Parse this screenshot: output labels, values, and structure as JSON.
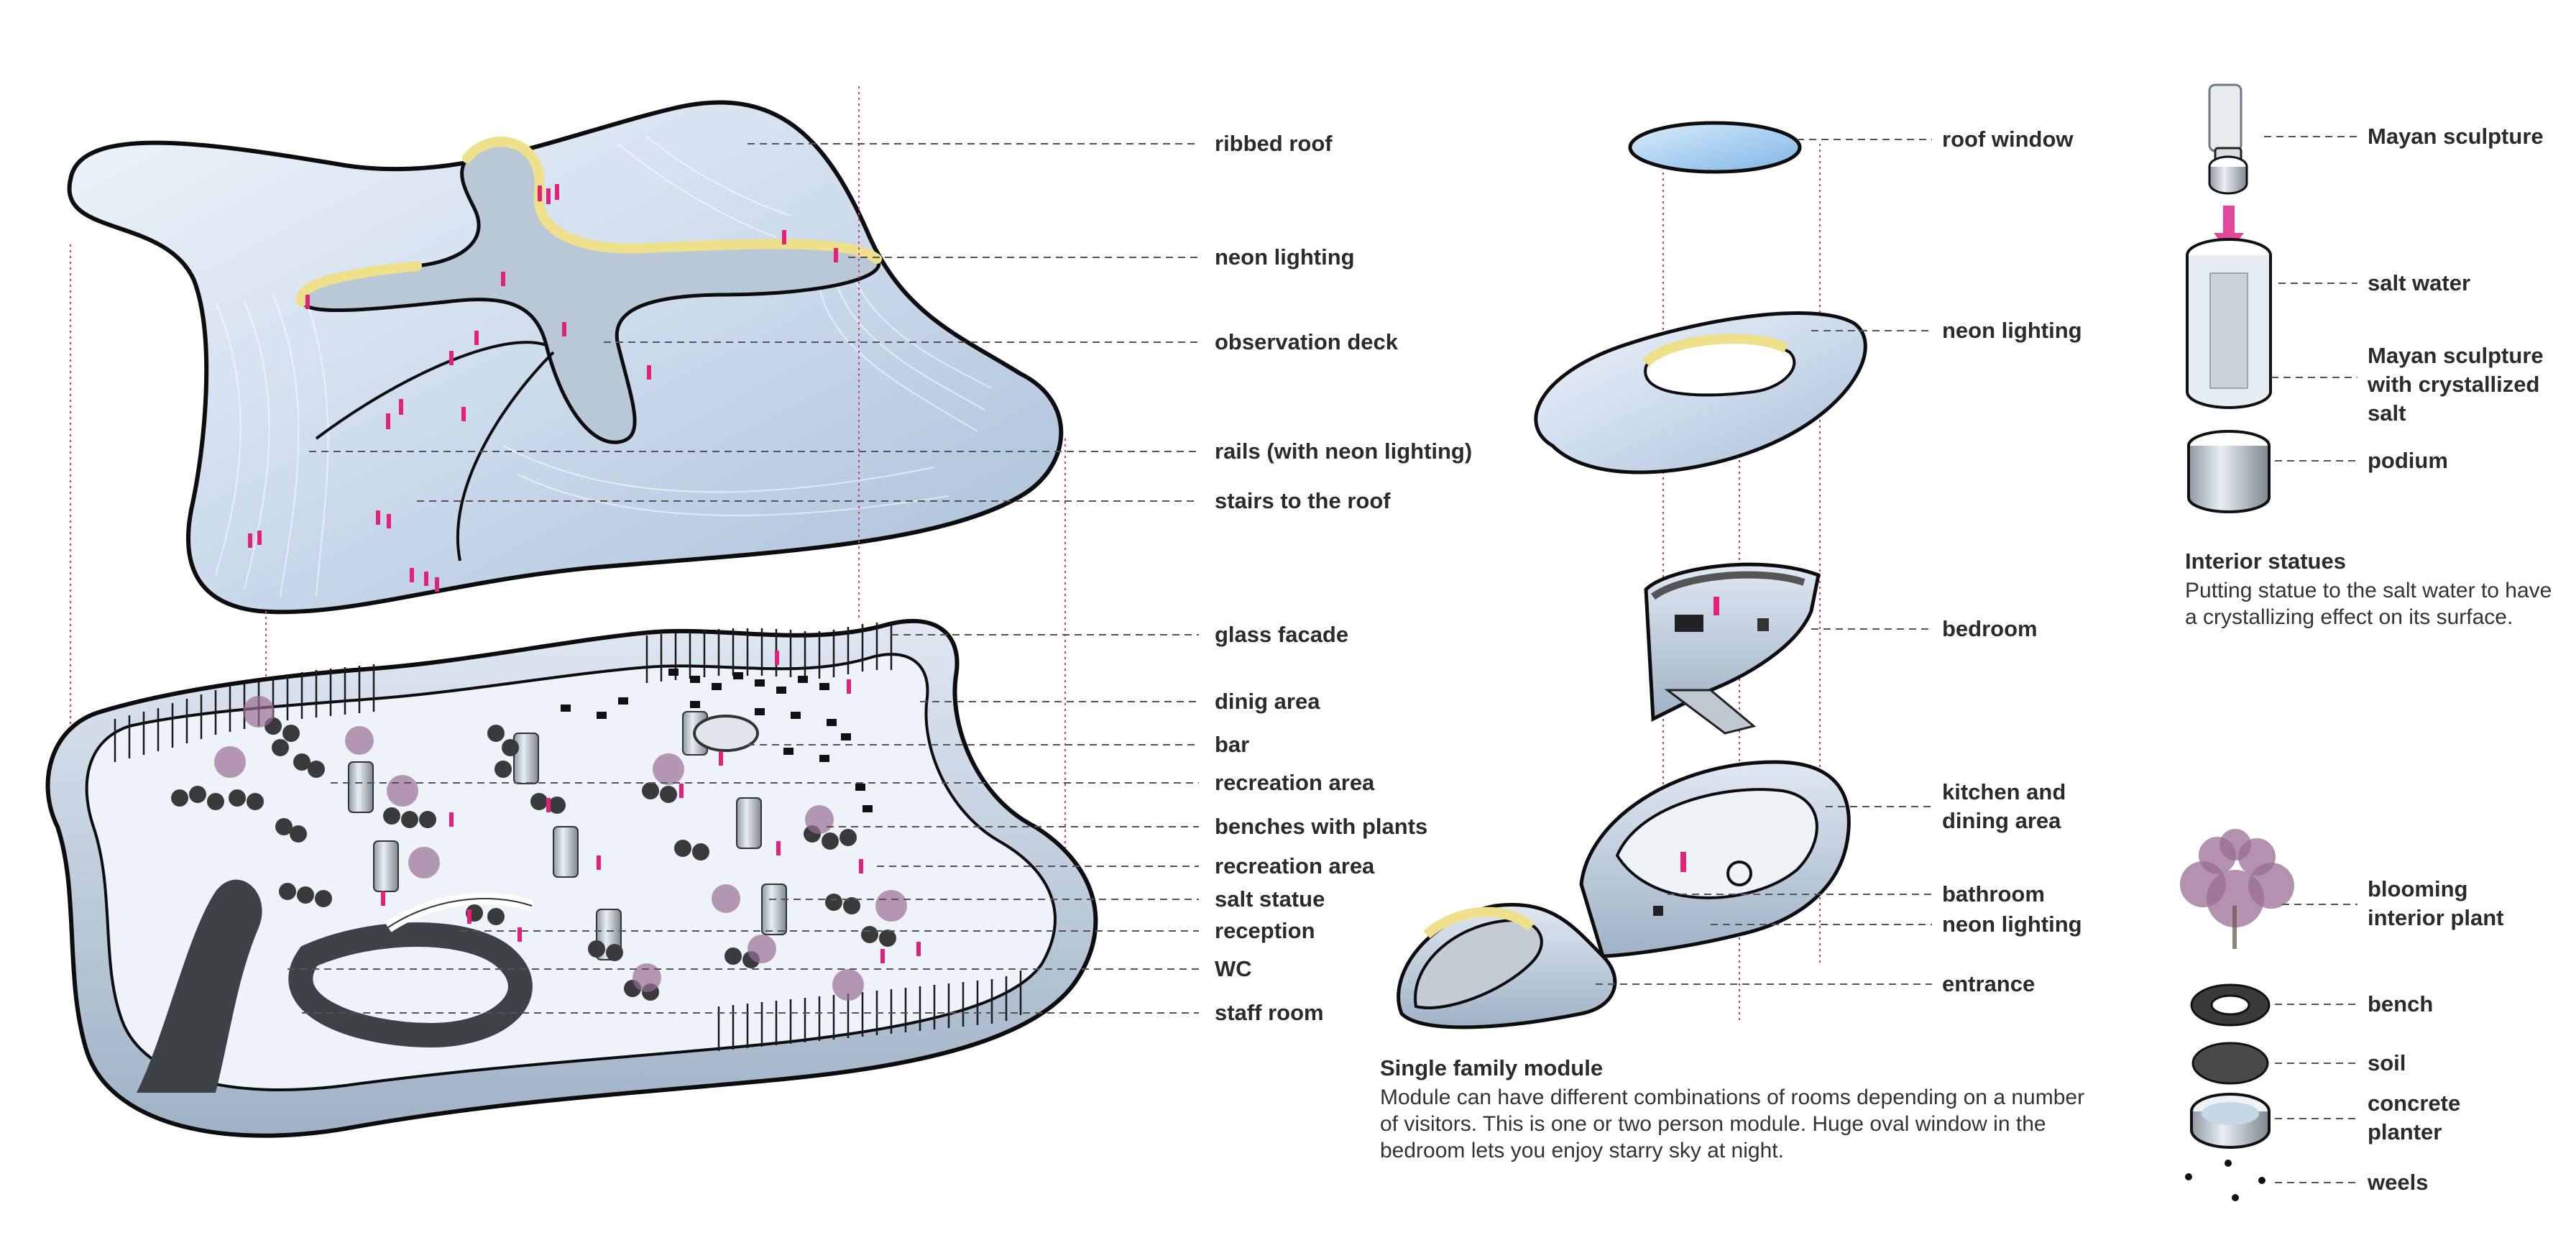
{
  "colors": {
    "neon": "#efe08c",
    "shell": "#c7d8e8",
    "shellLight": "#e9f1f8",
    "outline": "#111111",
    "people": "#e2227a",
    "plant": "#9a6d94",
    "planter": "#3a3a3a",
    "path": "#3c4246"
  },
  "left_labels": {
    "ribbed_roof": "ribbed roof",
    "neon_lighting": "neon lighting",
    "observation_deck": "observation deck",
    "rails": "rails (with neon lighting)",
    "stairs": "stairs to the roof",
    "glass_facade": "glass facade",
    "dining_area": "dinig area",
    "bar": "bar",
    "recreation_area_1": "recreation area",
    "benches": "benches with plants",
    "recreation_area_2": "recreation area",
    "salt_statue": "salt statue",
    "reception": "reception",
    "wc": "WC",
    "staff_room": "staff room"
  },
  "module_labels": {
    "roof_window": "roof window",
    "neon_lighting_top": "neon lighting",
    "bedroom": "bedroom",
    "kitchen": "kitchen and dining area",
    "bathroom": "bathroom",
    "neon_lighting_bottom": "neon lighting",
    "entrance": "entrance"
  },
  "module_caption": {
    "title": "Single family module",
    "text": "Module can have different combinations of rooms depending on a number of visitors. This is one or two person module. Huge oval window in the bedroom lets you enjoy starry sky at night."
  },
  "statue_labels": {
    "mayan_sculpture": "Mayan sculpture",
    "salt_water": "salt water",
    "crystallized": "Mayan sculpture with crystallized salt",
    "podium": "podium"
  },
  "statue_caption": {
    "title": "Interior statues",
    "text": "Putting statue to the salt water to have a crystallizing effect on its surface."
  },
  "planter_labels": {
    "blooming_plant": "blooming interior plant",
    "bench": "bench",
    "soil": "soil",
    "concrete_planter": "concrete planter",
    "weels": "weels"
  }
}
